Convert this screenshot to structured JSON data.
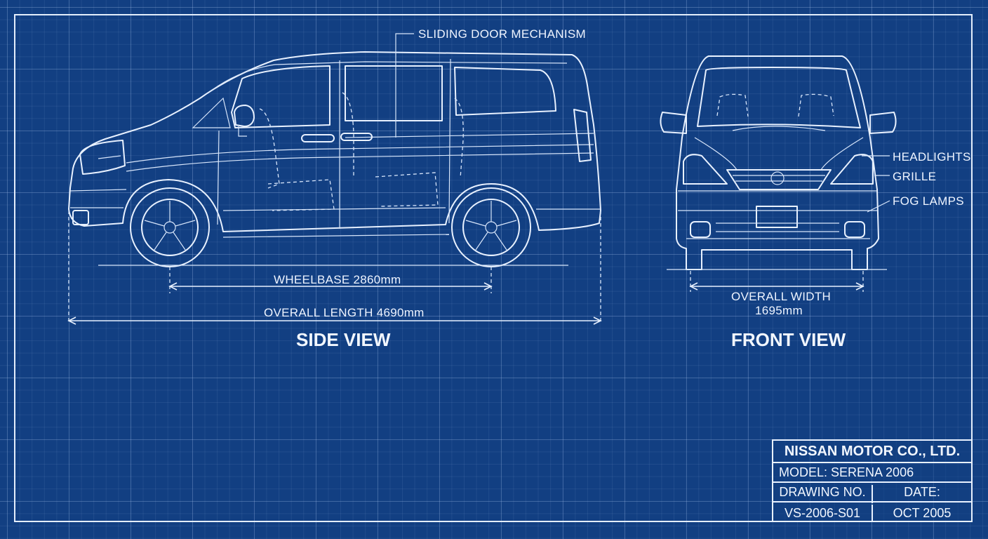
{
  "callouts": {
    "sliding_door": "SLIDING DOOR MECHANISM",
    "headlights": "HEADLIGHTS",
    "grille": "GRILLE",
    "fog_lamps": "FOG LAMPS"
  },
  "dimensions": {
    "wheelbase": "WHEELBASE 2860mm",
    "overall_length": "OVERALL LENGTH 4690mm",
    "overall_width_line1": "OVERALL WIDTH",
    "overall_width_line2": "1695mm"
  },
  "views": {
    "side": "SIDE VIEW",
    "front": "FRONT VIEW"
  },
  "title_block": {
    "company": "NISSAN MOTOR CO., LTD.",
    "model": "MODEL: SERENA 2006",
    "drawing_no_label": "DRAWING NO.",
    "date_label": "DATE:",
    "drawing_no": "VS-2006-S01",
    "date": "OCT 2005"
  },
  "colors": {
    "background": "#123f82",
    "line": "#e8f1ff"
  }
}
